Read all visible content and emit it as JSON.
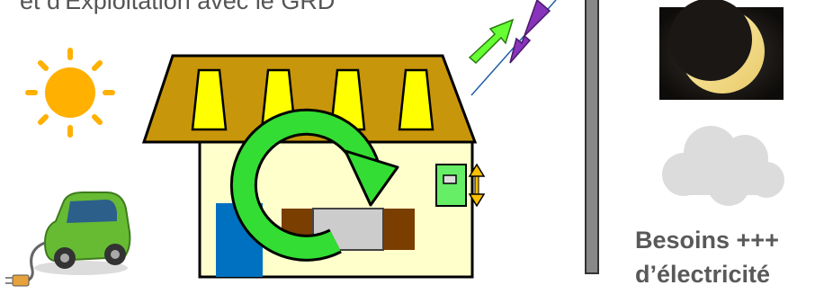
{
  "caption": {
    "top_text": "et d'Exploitation avec le GRD"
  },
  "needs": {
    "line1": "Besoins +++",
    "line2": "d’électricité"
  },
  "colors": {
    "roof": "#c8960a",
    "solar_panel": "#ffff00",
    "house_wall": "#ffffcc",
    "cycle_arrow": "#33dd33",
    "door": "#0070c0",
    "bench": "#7a3e00",
    "battery": "#cccccc",
    "meter": "#66ee66",
    "export_arrow": "#66ff33",
    "import_arrow": "#8833bb",
    "car": "#66bb33",
    "sun": "#ffb000",
    "pole": "#888888"
  },
  "icons": [
    "sun-icon",
    "electric-car-icon",
    "moon-eclipse-icon",
    "cloud-icon",
    "house-icon",
    "cycle-arrow-icon",
    "meter-icon",
    "double-arrow-icon"
  ]
}
